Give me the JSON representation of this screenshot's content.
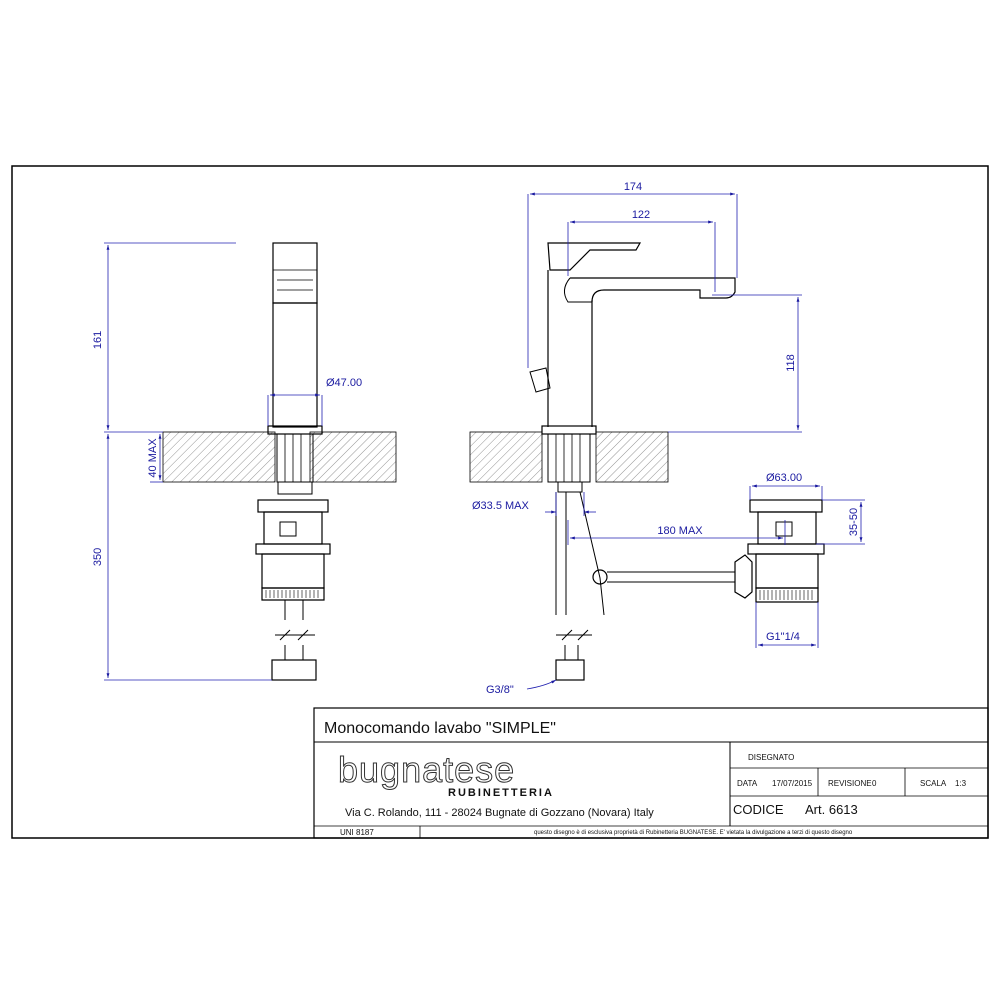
{
  "dimensions": {
    "height_spout": "161",
    "deck_thickness": "40 MAX",
    "below_deck": "350",
    "body_diameter": "Ø47.00",
    "overall_width": "174",
    "spout_reach": "122",
    "spout_height": "118",
    "hole_diameter": "Ø33.5 MAX",
    "rod_length": "180 MAX",
    "waste_diameter": "Ø63.00",
    "waste_range": "35-50",
    "waste_thread": "G1\"1/4",
    "hose_thread": "G3/8\""
  },
  "title_block": {
    "product_title": "Monocomando lavabo \"SIMPLE\"",
    "brand": "bugnatese",
    "brand_sub": "RUBINETTERIA",
    "address": "Via C. Rolando, 111 - 28024 Bugnate di Gozzano (Novara) Italy",
    "disegnato_label": "DISEGNATO",
    "data_label": "DATA",
    "data_value": "17/07/2015",
    "revisione_label": "REVISIONE",
    "revisione_value": "0",
    "scala_label": "SCALA",
    "scala_value": "1:3",
    "codice_label": "CODICE",
    "codice_value": "Art. 6613",
    "standard": "UNI 8187",
    "disclaimer": "questo disegno è di esclusiva proprietà di Rubinetteria BUGNATESE. E' vietata la divulgazione a terzi di questo disegno"
  },
  "colors": {
    "dimension_blue": "#1a1aa0",
    "line": "#000000",
    "hatch": "#555555"
  }
}
